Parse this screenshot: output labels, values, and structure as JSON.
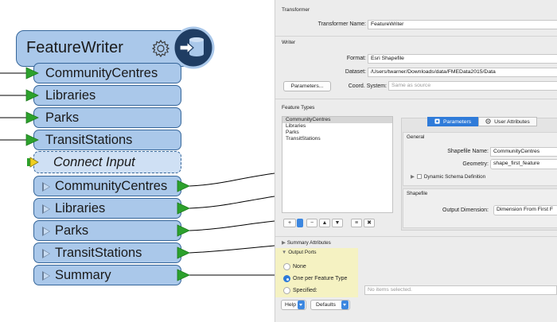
{
  "canvas": {
    "transformer": {
      "title": "FeatureWriter",
      "input_ports": [
        "CommunityCentres",
        "Libraries",
        "Parks",
        "TransitStations"
      ],
      "connect_input_label": "Connect Input",
      "output_ports": [
        "CommunityCentres",
        "Libraries",
        "Parks",
        "TransitStations",
        "Summary"
      ]
    },
    "colors": {
      "node_fill": "#aac8ea",
      "node_border": "#36669a",
      "port_arrow": "#2ca12c"
    }
  },
  "dialog": {
    "transformer_section": "Transformer",
    "transformer_name_label": "Transformer Name:",
    "transformer_name": "FeatureWriter",
    "writer_section": "Writer",
    "format_label": "Format:",
    "format": "Esri Shapefile",
    "dataset_label": "Dataset:",
    "dataset": "/Users/twarner/Downloads/data/FMEData2015/Data",
    "parameters_button": "Parameters...",
    "coord_label": "Coord. System:",
    "coord_placeholder": "Same as source",
    "feature_types_section": "Feature Types",
    "feature_types": [
      "CommunityCentres",
      "Libraries",
      "Parks",
      "TransitStations"
    ],
    "tabs": {
      "parameters": "Parameters",
      "user_attributes": "User Attributes"
    },
    "general_section": "General",
    "shapefile_name_label": "Shapefile Name:",
    "shapefile_name": "CommunityCentres",
    "geometry_label": "Geometry:",
    "geometry": "shape_first_feature",
    "dynamic_schema": "Dynamic Schema Definition",
    "shapefile_section": "Shapefile",
    "output_dimension_label": "Output Dimension:",
    "output_dimension": "Dimension From First F",
    "list_buttons": [
      "+",
      "−",
      "▲",
      "▼",
      "≡",
      "✖"
    ],
    "summary_attributes": "Summary Attributes",
    "output_ports_section": "Output Ports",
    "radio_none": "None",
    "radio_one_per": "One per Feature Type",
    "radio_specified": "Specified:",
    "specified_placeholder": "No items selected.",
    "help_button": "Help",
    "defaults_button": "Defaults",
    "selected_radio": "One per Feature Type",
    "accent_color": "#2f7bd9",
    "highlight_color": "#f5f2c2"
  }
}
